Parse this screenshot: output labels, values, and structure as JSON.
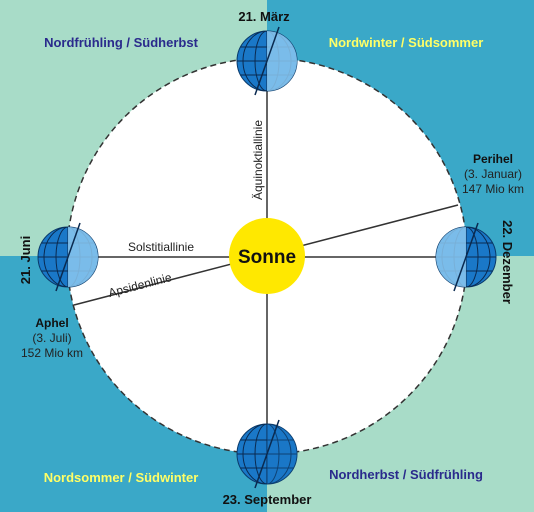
{
  "colors": {
    "quadrant_light": "#a8dcc8",
    "quadrant_teal": "#3aa8c8",
    "orbit_fill": "#ffffff",
    "sun": "#ffe800",
    "quadrant_text_dark": "#2a2a8c",
    "quadrant_text_yellow": "#ffff66",
    "earth_dark": "#1a78c8",
    "earth_light": "#8cc8f0"
  },
  "quadrants": {
    "top_left": "Nordfrühling / Südherbst",
    "top_right": "Nordwinter / Südsommer",
    "bottom_left": "Nordsommer / Südwinter",
    "bottom_right": "Nordherbst / Südfrühling"
  },
  "dates": {
    "march": "21. März",
    "june": "21. Juni",
    "september": "23. September",
    "december": "22. Dezember"
  },
  "sun_label": "Sonne",
  "lines": {
    "equinox": "Äquinoktiallinie",
    "solstice": "Solstitiallinie",
    "apsides": "Apsidenlinie"
  },
  "perihelion": {
    "title": "Perihel",
    "date": "(3. Januar)",
    "distance": "147 Mio km"
  },
  "aphelion": {
    "title": "Aphel",
    "date": "(3. Juli)",
    "distance": "152 Mio km"
  },
  "icons": [
    "earth-globe-icon",
    "sun-icon"
  ]
}
